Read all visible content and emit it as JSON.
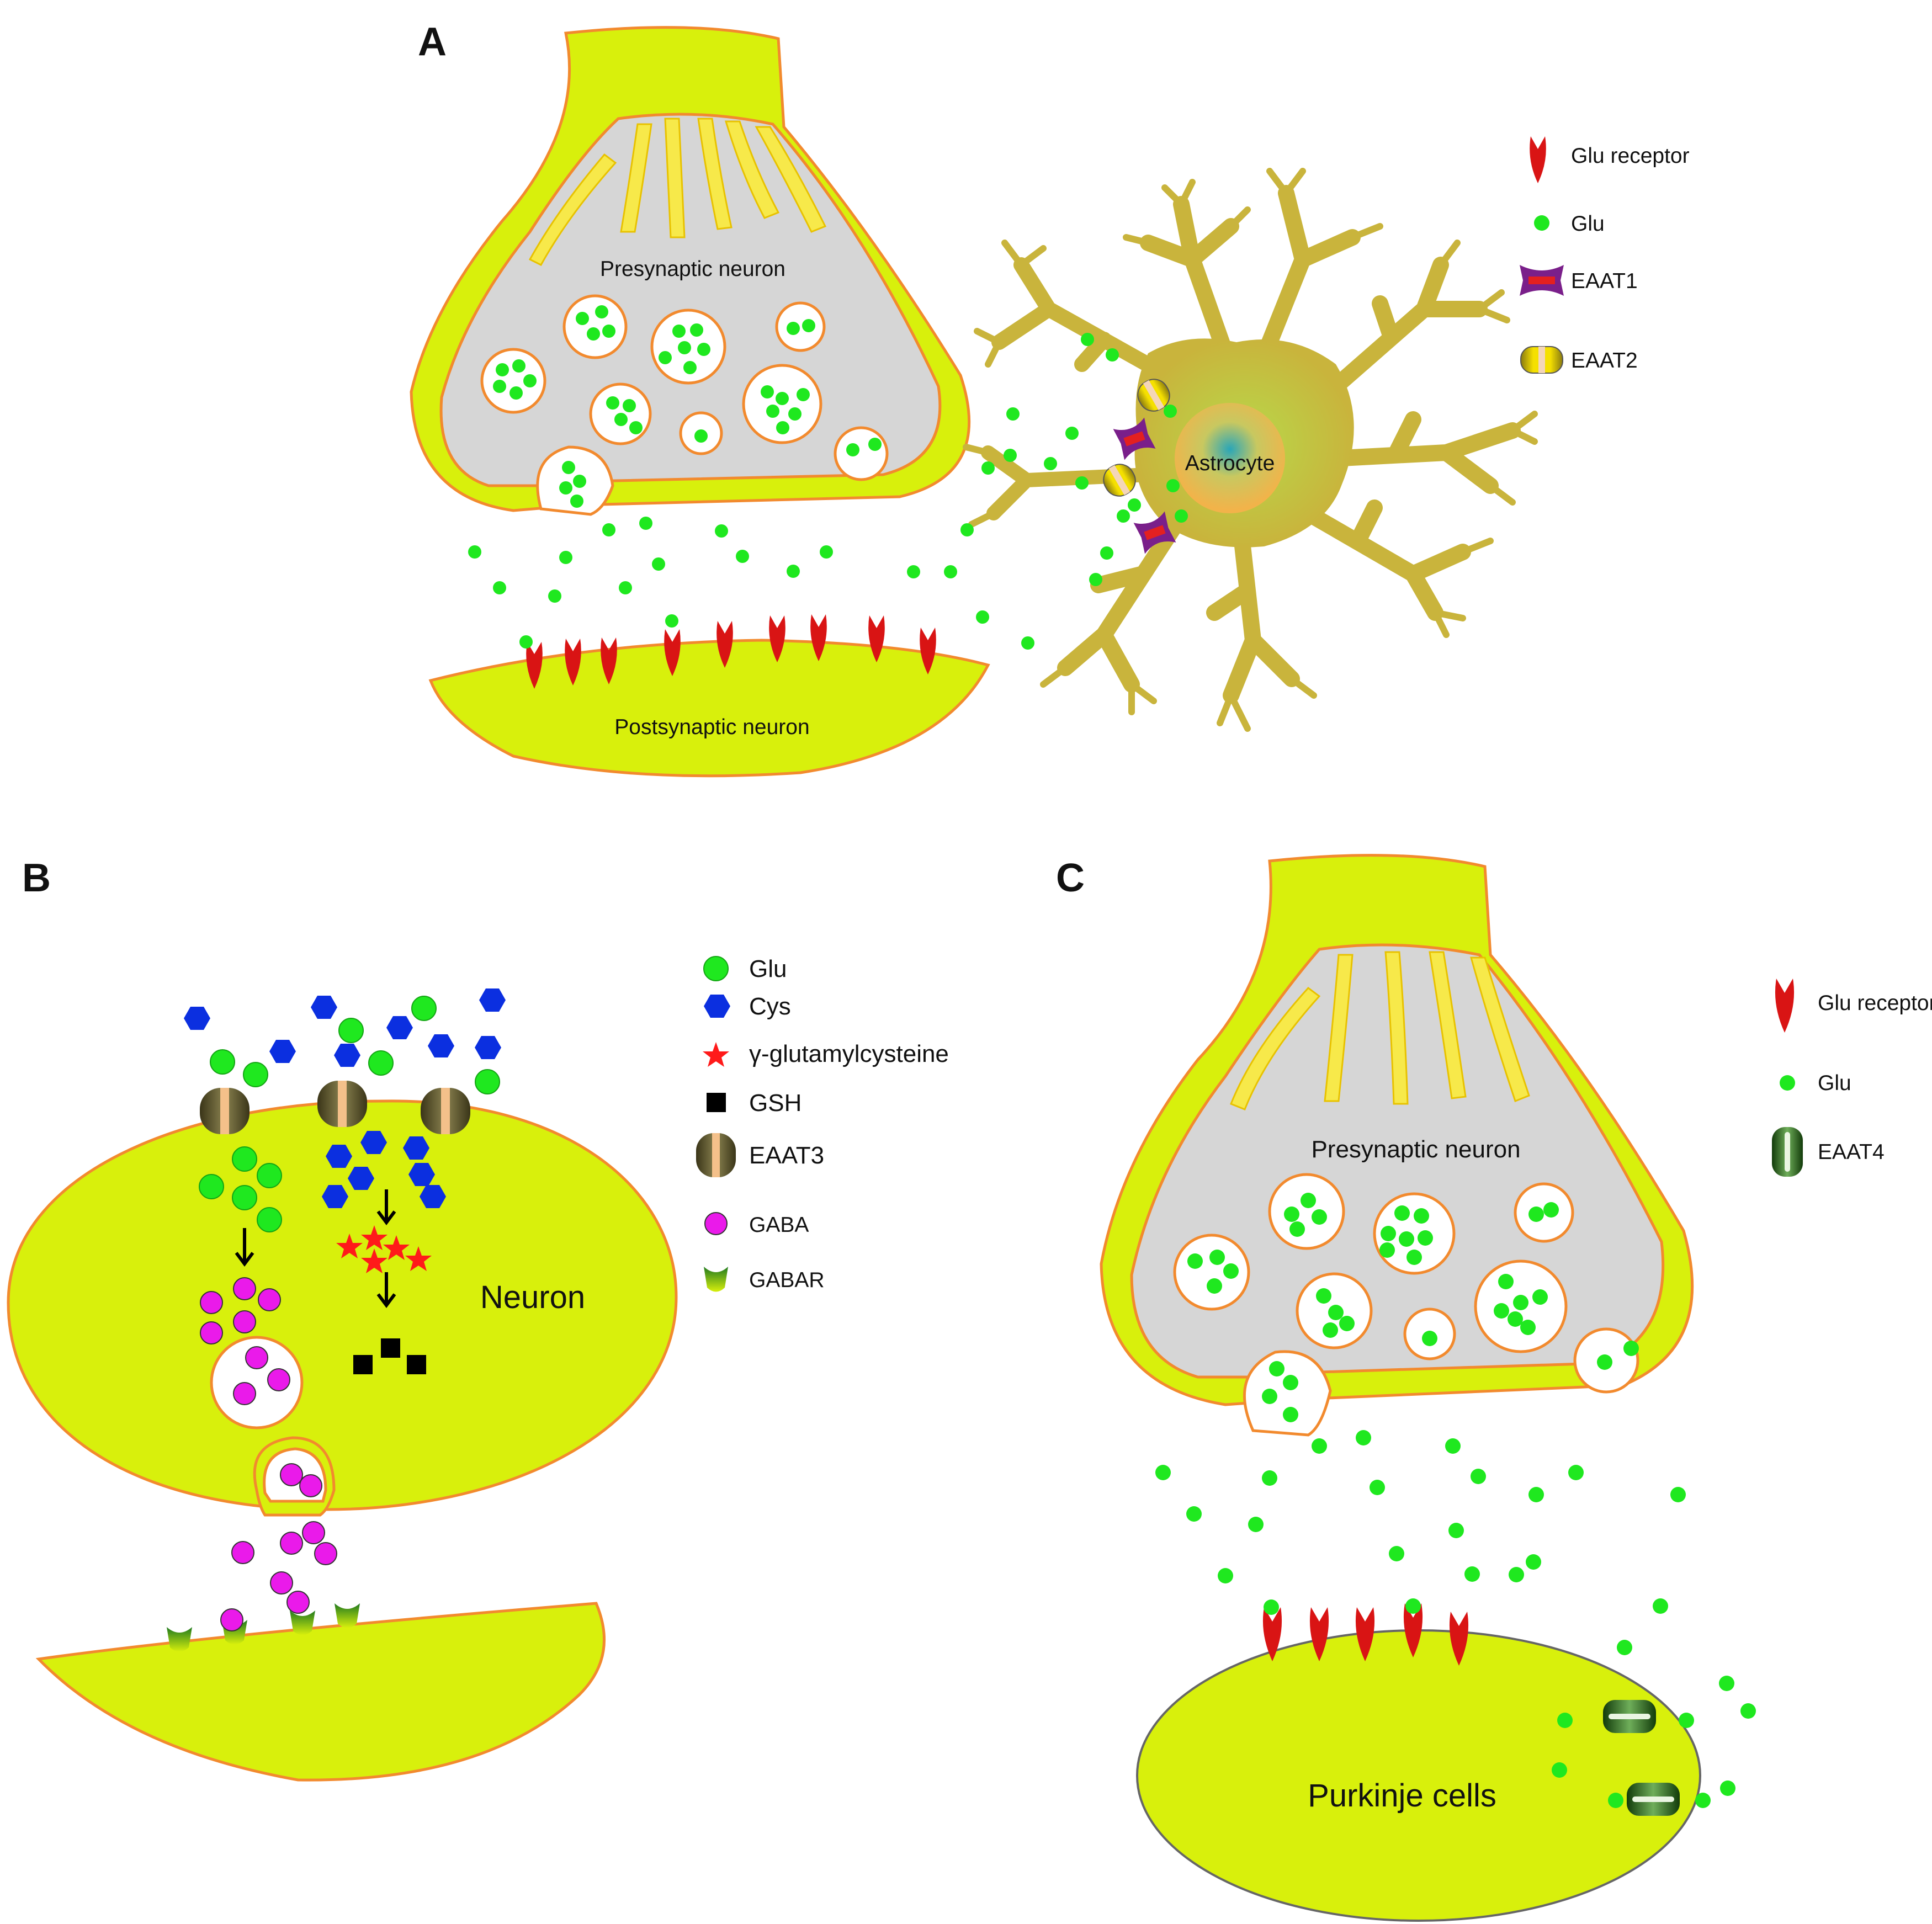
{
  "colors": {
    "cell_fill": "#d8f00c",
    "membrane": "#f28a2e",
    "cytoplasm": "#d6d6d6",
    "glu": "#1fe81f",
    "cys": "#0b2fe0",
    "gamma_glutamylcysteine": "#ff1a1a",
    "gsh": "#000000",
    "gaba": "#ea1aea",
    "glu_receptor": "#d91414",
    "astrocyte_body": "#c9b43c",
    "astrocyte_nucleus": "#f2b34a",
    "eaat1": "#7a1f8a",
    "eaat2": "#e8d400",
    "eaat3": "#6b6430",
    "eaat4": "#2d6b1e",
    "gabar": "#2f9a2f"
  },
  "panels": {
    "a": {
      "letter": "A",
      "presynaptic_label": "Presynaptic neuron",
      "postsynaptic_label": "Postsynaptic neuron",
      "astrocyte_label": "Astrocyte",
      "legend": [
        {
          "icon": "glu-receptor-icon",
          "label": "Glu receptor"
        },
        {
          "icon": "glu-dot-icon",
          "label": "Glu"
        },
        {
          "icon": "eaat1-icon",
          "label": "EAAT1"
        },
        {
          "icon": "eaat2-icon",
          "label": "EAAT2"
        }
      ]
    },
    "b": {
      "letter": "B",
      "neuron_label": "Neuron",
      "legend": [
        {
          "icon": "glu-dot-icon",
          "label": "Glu"
        },
        {
          "icon": "cys-hexagon-icon",
          "label": "Cys"
        },
        {
          "icon": "star-icon",
          "label": "γ-glutamylcysteine"
        },
        {
          "icon": "gsh-square-icon",
          "label": "GSH"
        },
        {
          "icon": "eaat3-icon",
          "label": "EAAT3"
        },
        {
          "icon": "gaba-dot-icon",
          "label": "GABA"
        },
        {
          "icon": "gabar-icon",
          "label": "GABAR"
        }
      ]
    },
    "c": {
      "letter": "C",
      "presynaptic_label": "Presynaptic neuron",
      "purkinje_label": "Purkinje cells",
      "legend": [
        {
          "icon": "glu-receptor-icon",
          "label": "Glu receptor"
        },
        {
          "icon": "glu-dot-icon",
          "label": "Glu"
        },
        {
          "icon": "eaat4-icon",
          "label": "EAAT4"
        }
      ]
    }
  }
}
